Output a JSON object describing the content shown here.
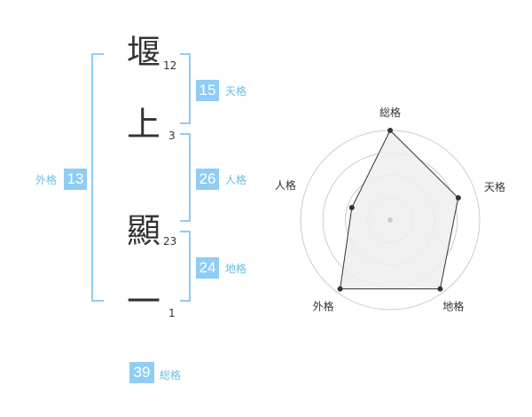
{
  "name_chars": [
    {
      "char": "堰",
      "strokes": "12"
    },
    {
      "char": "上",
      "strokes": "3"
    },
    {
      "char": "顯",
      "strokes": "23"
    },
    {
      "char": "一",
      "strokes": "1"
    }
  ],
  "fortunes": {
    "tenkaku": {
      "value": "15",
      "label": "天格"
    },
    "jinkaku": {
      "value": "26",
      "label": "人格"
    },
    "chikaku": {
      "value": "24",
      "label": "地格"
    },
    "gaikaku": {
      "value": "13",
      "label": "外格"
    },
    "soukaku": {
      "value": "39",
      "label": "総格"
    }
  },
  "chart_data": {
    "type": "radar",
    "axes": [
      "総格",
      "天格",
      "地格",
      "外格",
      "人格"
    ],
    "values": [
      1.0,
      0.8,
      0.95,
      0.95,
      0.45
    ],
    "max": 1.0,
    "rings": 4,
    "colors": {
      "fill": "#efefef",
      "line": "#333333",
      "grid": "#cccccc",
      "point": "#333333",
      "center": "#cccccc"
    }
  },
  "colors": {
    "accent": "#8fcdf5",
    "label": "#6bbce9"
  }
}
